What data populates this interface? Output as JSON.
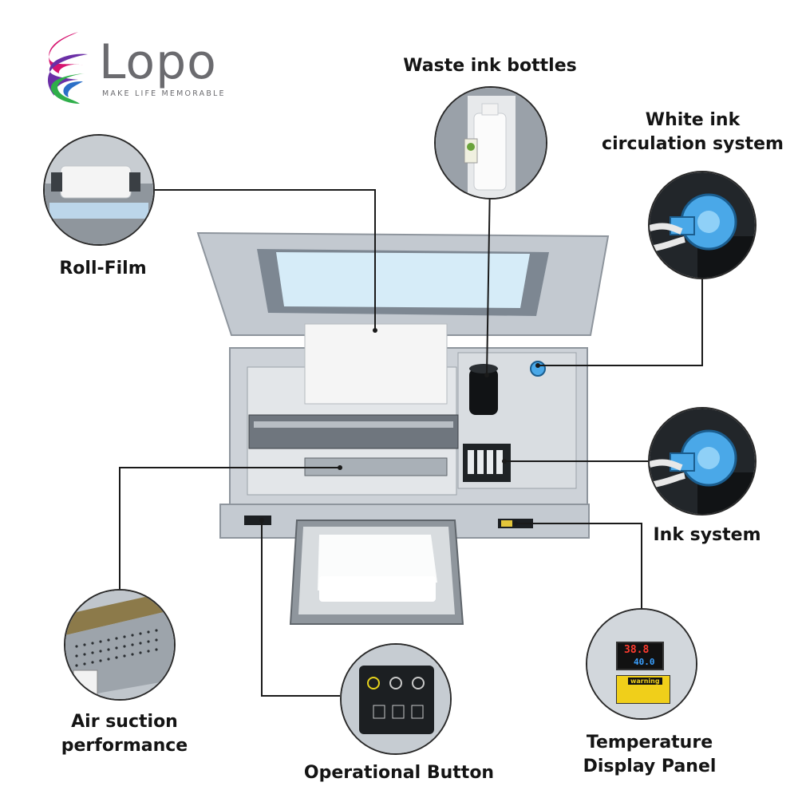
{
  "brand": {
    "name": "Lopo",
    "tagline": "MAKE LIFE MEMORABLE",
    "colors": {
      "magenta": "#d6136f",
      "purple": "#6b2fa6",
      "green": "#2fae4a",
      "blue": "#2b6fc7",
      "text": "#6b6b6f"
    }
  },
  "callouts": {
    "waste_ink": {
      "label": "Waste ink bottles",
      "icon": "waste-bottle-icon"
    },
    "white_ink": {
      "label_line1": "White ink",
      "label_line2": "circulation system",
      "icon": "pump-icon"
    },
    "roll_film": {
      "label": "Roll-Film",
      "icon": "film-roll-icon"
    },
    "ink_system": {
      "label": "Ink system",
      "icon": "pump-icon"
    },
    "air_suction": {
      "label_line1": "Air suction",
      "label_line2": "performance",
      "icon": "suction-plate-icon"
    },
    "operational": {
      "label": "Operational Button",
      "icon": "control-panel-icon"
    },
    "temperature": {
      "label_line1": "Temperature",
      "label_line2": "Display Panel",
      "icon": "thermostat-icon"
    }
  },
  "temperature_display": {
    "reading_top": "38.8",
    "reading_bottom": "40.0",
    "warning_title": "warning"
  },
  "colors": {
    "printer_body": "#c9ced4",
    "printer_shadow": "#9ea5ad",
    "pump_blue": "#4aa8e8",
    "line": "#1a1a1a"
  }
}
